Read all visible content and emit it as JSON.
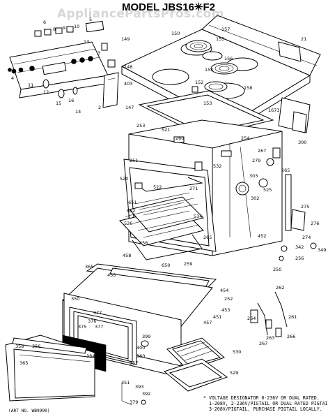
{
  "model_title": "MODEL JBS16✳F2",
  "watermark": "AppliancePartsPros.com",
  "voltage_note": "* VOLTAGE DESIGNATOR 0-236V OR DUAL RATED.\n  1-208V, 2-236V/PIGTAIL OR DUAL RATED PIGTAIL.\n  3-208V/PIGTAIL, PURCHASE PIGTAIL LOCALLY.",
  "art_number": "(ART NO. WB9990)",
  "part_labels": [
    {
      "text": "6"
    },
    {
      "text": "7"
    },
    {
      "text": "8"
    },
    {
      "text": "9"
    },
    {
      "text": "10"
    },
    {
      "text": "5"
    },
    {
      "text": "149"
    },
    {
      "text": "13"
    },
    {
      "text": "3"
    },
    {
      "text": "148"
    },
    {
      "text": "403"
    },
    {
      "text": "2"
    },
    {
      "text": "147"
    },
    {
      "text": "4"
    },
    {
      "text": "11"
    },
    {
      "text": "12"
    },
    {
      "text": "15"
    },
    {
      "text": "16"
    },
    {
      "text": "14"
    },
    {
      "text": "150"
    },
    {
      "text": "155"
    },
    {
      "text": "157"
    },
    {
      "text": "156"
    },
    {
      "text": "154"
    },
    {
      "text": "152"
    },
    {
      "text": "153"
    },
    {
      "text": "158"
    },
    {
      "text": "1673"
    },
    {
      "text": "21"
    },
    {
      "text": "253"
    },
    {
      "text": "521"
    },
    {
      "text": "260"
    },
    {
      "text": "254"
    },
    {
      "text": "267"
    },
    {
      "text": "300"
    },
    {
      "text": "251"
    },
    {
      "text": "532"
    },
    {
      "text": "279"
    },
    {
      "text": "265"
    },
    {
      "text": "303"
    },
    {
      "text": "525"
    },
    {
      "text": "520"
    },
    {
      "text": "522"
    },
    {
      "text": "271"
    },
    {
      "text": "302"
    },
    {
      "text": "651"
    },
    {
      "text": "652"
    },
    {
      "text": "275"
    },
    {
      "text": "526"
    },
    {
      "text": "534"
    },
    {
      "text": "276"
    },
    {
      "text": "265"
    },
    {
      "text": "274"
    },
    {
      "text": "452"
    },
    {
      "text": "456"
    },
    {
      "text": "458"
    },
    {
      "text": "650"
    },
    {
      "text": "342"
    },
    {
      "text": "349"
    },
    {
      "text": "256"
    },
    {
      "text": "365"
    },
    {
      "text": "455"
    },
    {
      "text": "259"
    },
    {
      "text": "250"
    },
    {
      "text": "454"
    },
    {
      "text": "262"
    },
    {
      "text": "252"
    },
    {
      "text": "350"
    },
    {
      "text": "453"
    },
    {
      "text": "451"
    },
    {
      "text": "457"
    },
    {
      "text": "264"
    },
    {
      "text": "261"
    },
    {
      "text": "377"
    },
    {
      "text": "376"
    },
    {
      "text": "375"
    },
    {
      "text": "263"
    },
    {
      "text": "267"
    },
    {
      "text": "266"
    },
    {
      "text": "399"
    },
    {
      "text": "358"
    },
    {
      "text": "356"
    },
    {
      "text": "377"
    },
    {
      "text": "400"
    },
    {
      "text": "384"
    },
    {
      "text": "530"
    },
    {
      "text": "360"
    },
    {
      "text": "357"
    },
    {
      "text": "365"
    },
    {
      "text": "529"
    },
    {
      "text": "351"
    },
    {
      "text": "393"
    },
    {
      "text": "392"
    },
    {
      "text": "379"
    }
  ]
}
